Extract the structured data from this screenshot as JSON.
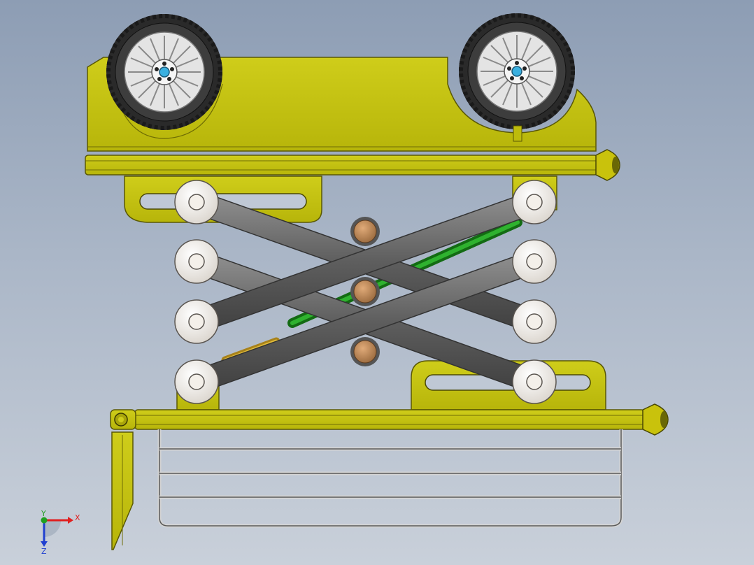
{
  "viewport": {
    "title": "",
    "triad": {
      "x_label": "X",
      "y_label": "Y",
      "z_label": "Z"
    }
  },
  "colors": {
    "body": "#c6c40e",
    "body_dark": "#6e6c05",
    "arm": "#6f6f6f",
    "arm_dark": "#3a3a3a",
    "pin": "#c08a5a",
    "roller": "#f0ece6",
    "screw_green": "#1f9a1f",
    "screw_gold": "#d8b028",
    "rail": "#c8c8c8",
    "axis_x": "#e02020",
    "axis_y": "#20a020",
    "axis_z": "#2040d0"
  },
  "icons": {
    "tire": "tire-icon",
    "triad": "axis-triad-icon"
  }
}
